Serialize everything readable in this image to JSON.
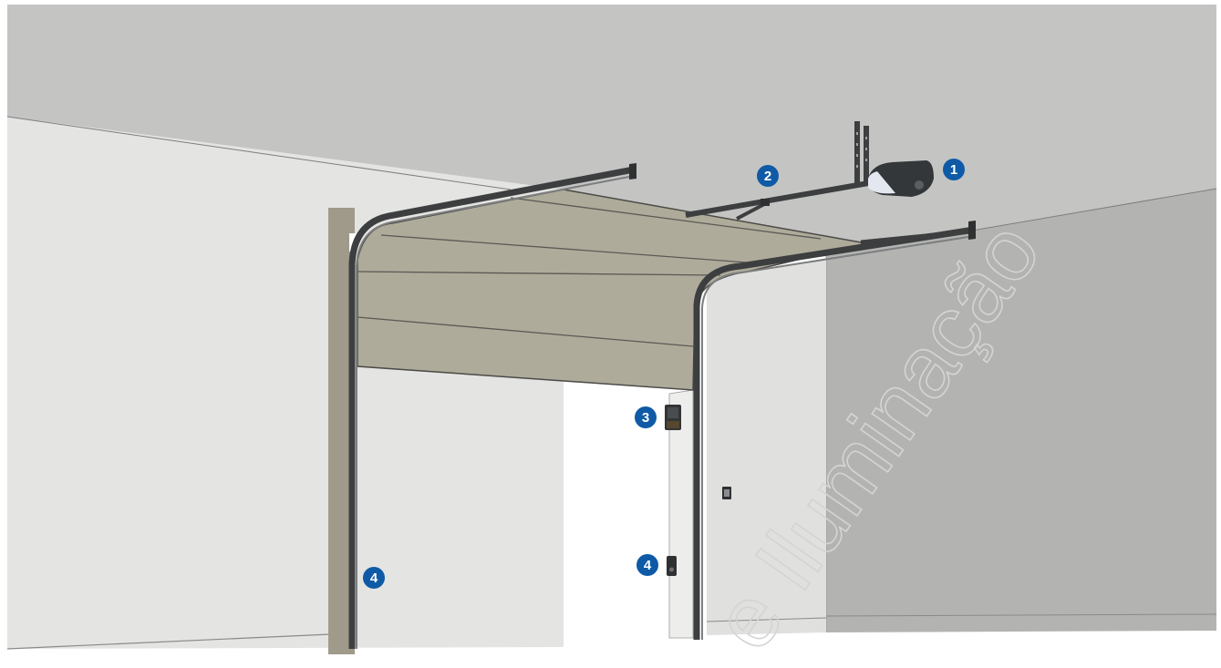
{
  "markers": [
    {
      "id": "1",
      "label": "1",
      "part": "opener-motor-unit"
    },
    {
      "id": "2",
      "label": "2",
      "part": "drive-rail"
    },
    {
      "id": "3",
      "label": "3",
      "part": "control-unit"
    },
    {
      "id": "4a",
      "label": "4",
      "part": "photocell-left"
    },
    {
      "id": "4b",
      "label": "4",
      "part": "photocell-right"
    }
  ],
  "watermark": "e Iluminação",
  "colors": {
    "ceiling": "#c4c5c3",
    "wall_left": "#e4e4e2",
    "wall_right": "#b3b4b2",
    "wall_front": "#e0e0de",
    "door_panel": "#afab9a",
    "frame": "#a09a8b",
    "track": "#3c3e3f",
    "marker": "#0f5aa6",
    "opener_body": "#33373a",
    "opener_light": "#e3e8f0"
  }
}
